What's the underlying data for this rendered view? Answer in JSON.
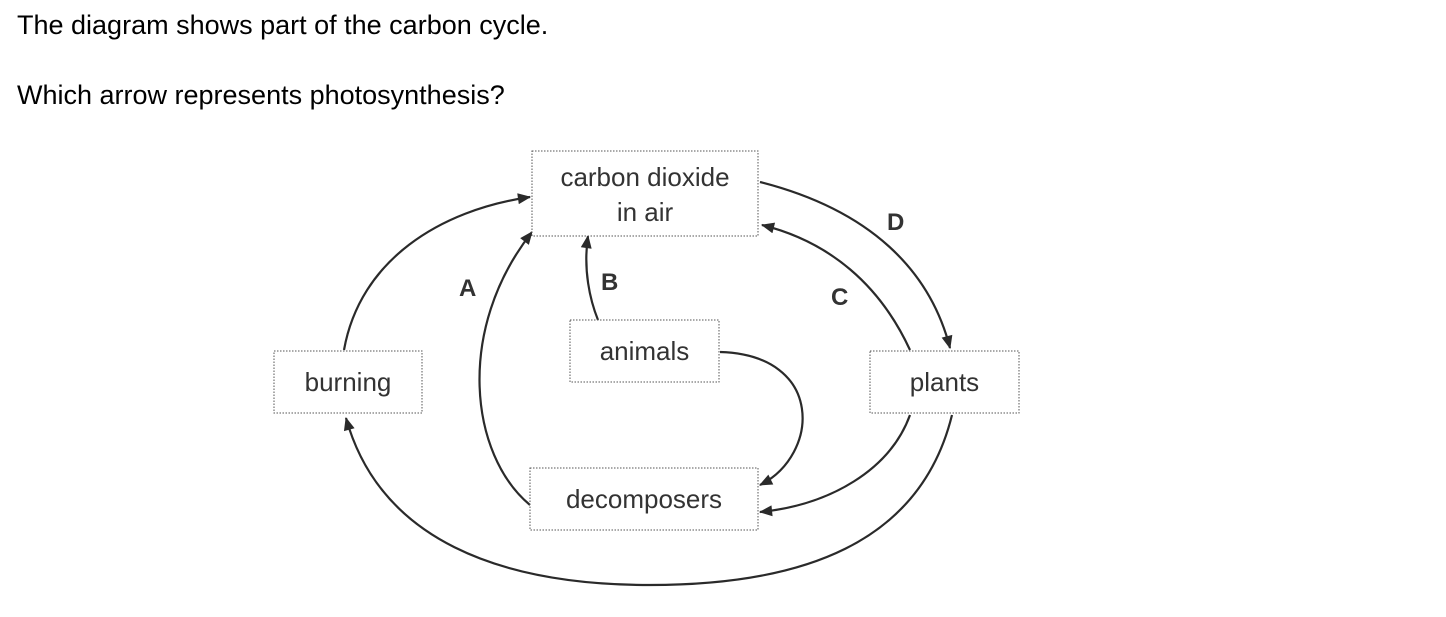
{
  "question": {
    "line1": "The diagram shows part of the carbon cycle.",
    "line2": "Which arrow represents photosynthesis?"
  },
  "diagram": {
    "boxes": {
      "co2": {
        "line1": "carbon dioxide",
        "line2": "in air"
      },
      "animals": "animals",
      "burning": "burning",
      "plants": "plants",
      "decomposers": "decomposers"
    },
    "arrow_labels": {
      "a": "A",
      "b": "B",
      "c": "C",
      "d": "D"
    }
  },
  "colors": {
    "arrow": "#2a2a2a",
    "text": "#333333",
    "box_border": "#555555"
  }
}
